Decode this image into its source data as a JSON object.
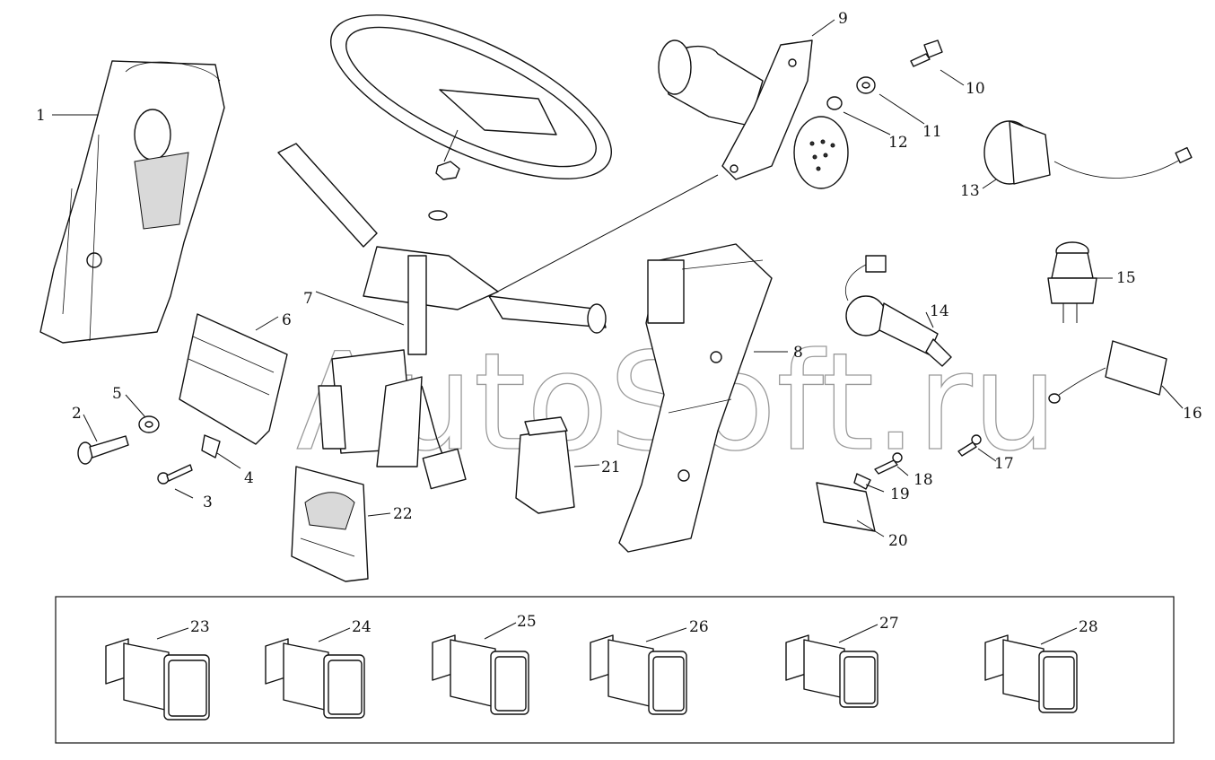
{
  "watermark": "AutoSoft.ru",
  "callouts": [
    "1",
    "2",
    "3",
    "4",
    "5",
    "6",
    "7",
    "8",
    "9",
    "10",
    "11",
    "12",
    "13",
    "14",
    "15",
    "16",
    "17",
    "18",
    "19",
    "20",
    "21",
    "22",
    "23",
    "24",
    "25",
    "26",
    "27",
    "28"
  ]
}
